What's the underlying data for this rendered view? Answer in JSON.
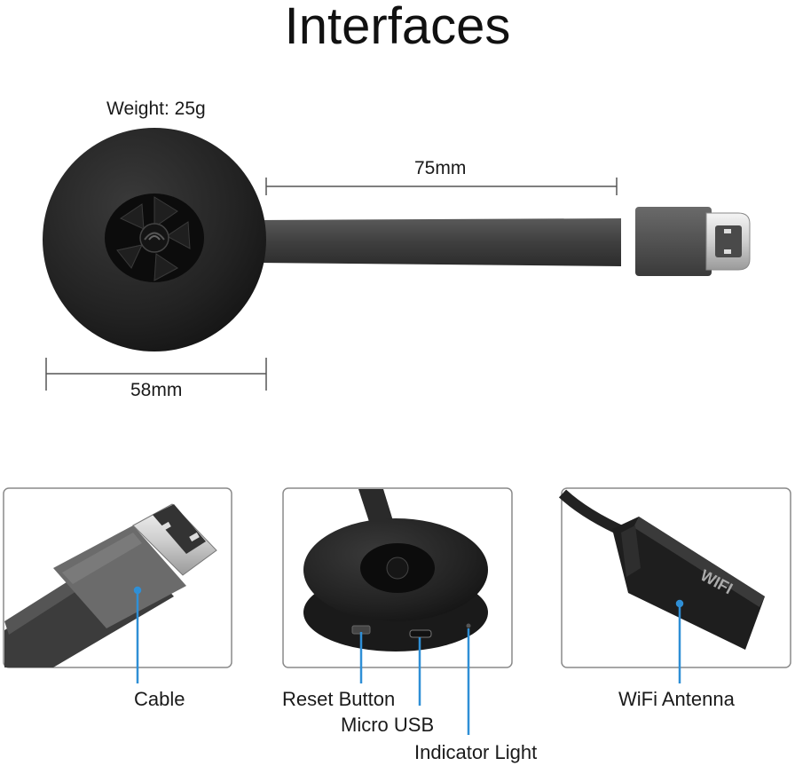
{
  "title": "Interfaces",
  "specs": {
    "weight": "Weight: 25g",
    "cable_length": "75mm",
    "diameter": "58mm"
  },
  "panels": {
    "cable": "Cable",
    "reset": "Reset Button",
    "micro_usb": "Micro USB",
    "indicator": "Indicator Light",
    "antenna": "WiFi Antenna"
  },
  "antenna_logo": "WIFI",
  "colors": {
    "device_body": "#262626",
    "cable": "#4a4a4a",
    "connector": "#555555",
    "pointer": "#2f8fd6",
    "panel_border": "#8a8a8a"
  }
}
